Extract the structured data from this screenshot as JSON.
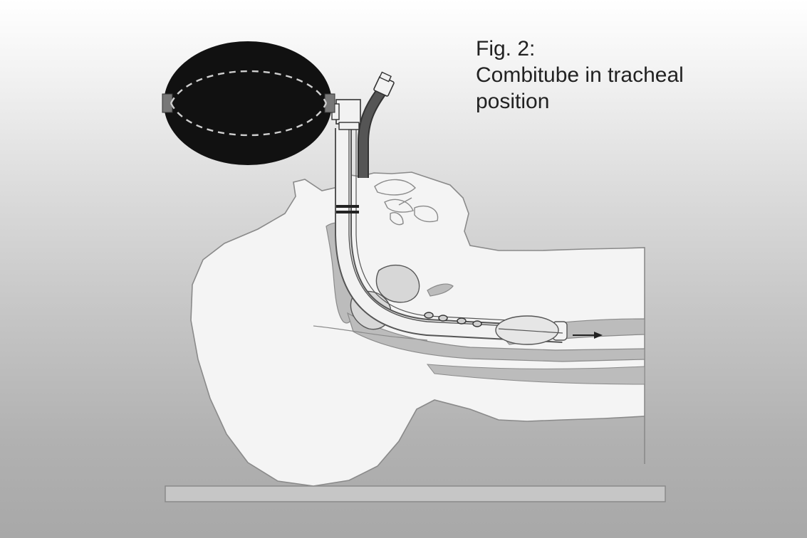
{
  "caption": {
    "figure_label": "Fig. 2:",
    "line1": "Combitube in tracheal",
    "line2": "position"
  },
  "colors": {
    "background_top": "#ffffff",
    "background_bottom": "#a8a8a8",
    "head_fill": "#f4f4f4",
    "anatomy_gray": "#bdbdbd",
    "outline": "#808080",
    "bag_fill": "#111111",
    "tube_dark": "#3a3a3a"
  },
  "icons": [
    "ventilation-bag-icon",
    "arrow-right-icon"
  ]
}
